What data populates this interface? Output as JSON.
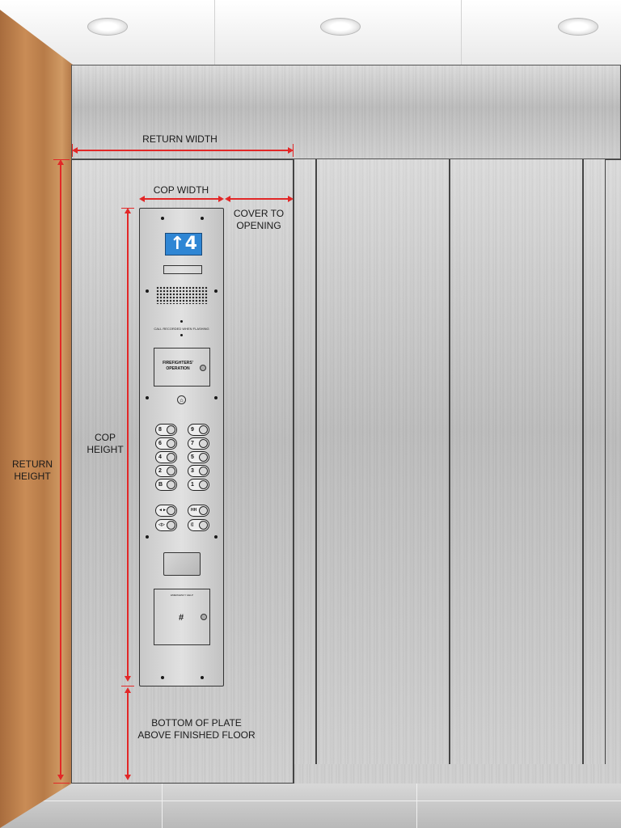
{
  "dimensions": {
    "return_width": "RETURN WIDTH",
    "cop_width": "COP WIDTH",
    "cover_to_opening": [
      "COVER TO",
      "OPENING"
    ],
    "cop_height": [
      "COP",
      "HEIGHT"
    ],
    "return_height": [
      "RETURN",
      "HEIGHT"
    ],
    "bottom_of_plate": [
      "BOTTOM OF PLATE",
      "ABOVE FINISHED FLOOR"
    ],
    "annotation_color": "#e22727"
  },
  "cop": {
    "display": {
      "arrow": "↑",
      "floor": "4",
      "color": "#2f86d4"
    },
    "call_text": "CALL RECORDED WHEN FLASHING",
    "firefighter": [
      "FIREFIGHTERS'",
      "OPERATION"
    ],
    "floor_buttons_left": [
      "8",
      "6",
      "4",
      "2",
      "B"
    ],
    "floor_buttons_right": [
      "9",
      "7",
      "5",
      "3",
      "1"
    ],
    "control_buttons_left": [
      "◄►",
      "◁▷"
    ],
    "control_buttons_right": [
      "HH",
      "(("
    ],
    "phone_header": "EMERGENCY HELP",
    "phone_symbol": "#"
  },
  "icons": [
    "up-arrow-icon",
    "keyhole-icon",
    "bell-icon",
    "card-reader-icon"
  ]
}
